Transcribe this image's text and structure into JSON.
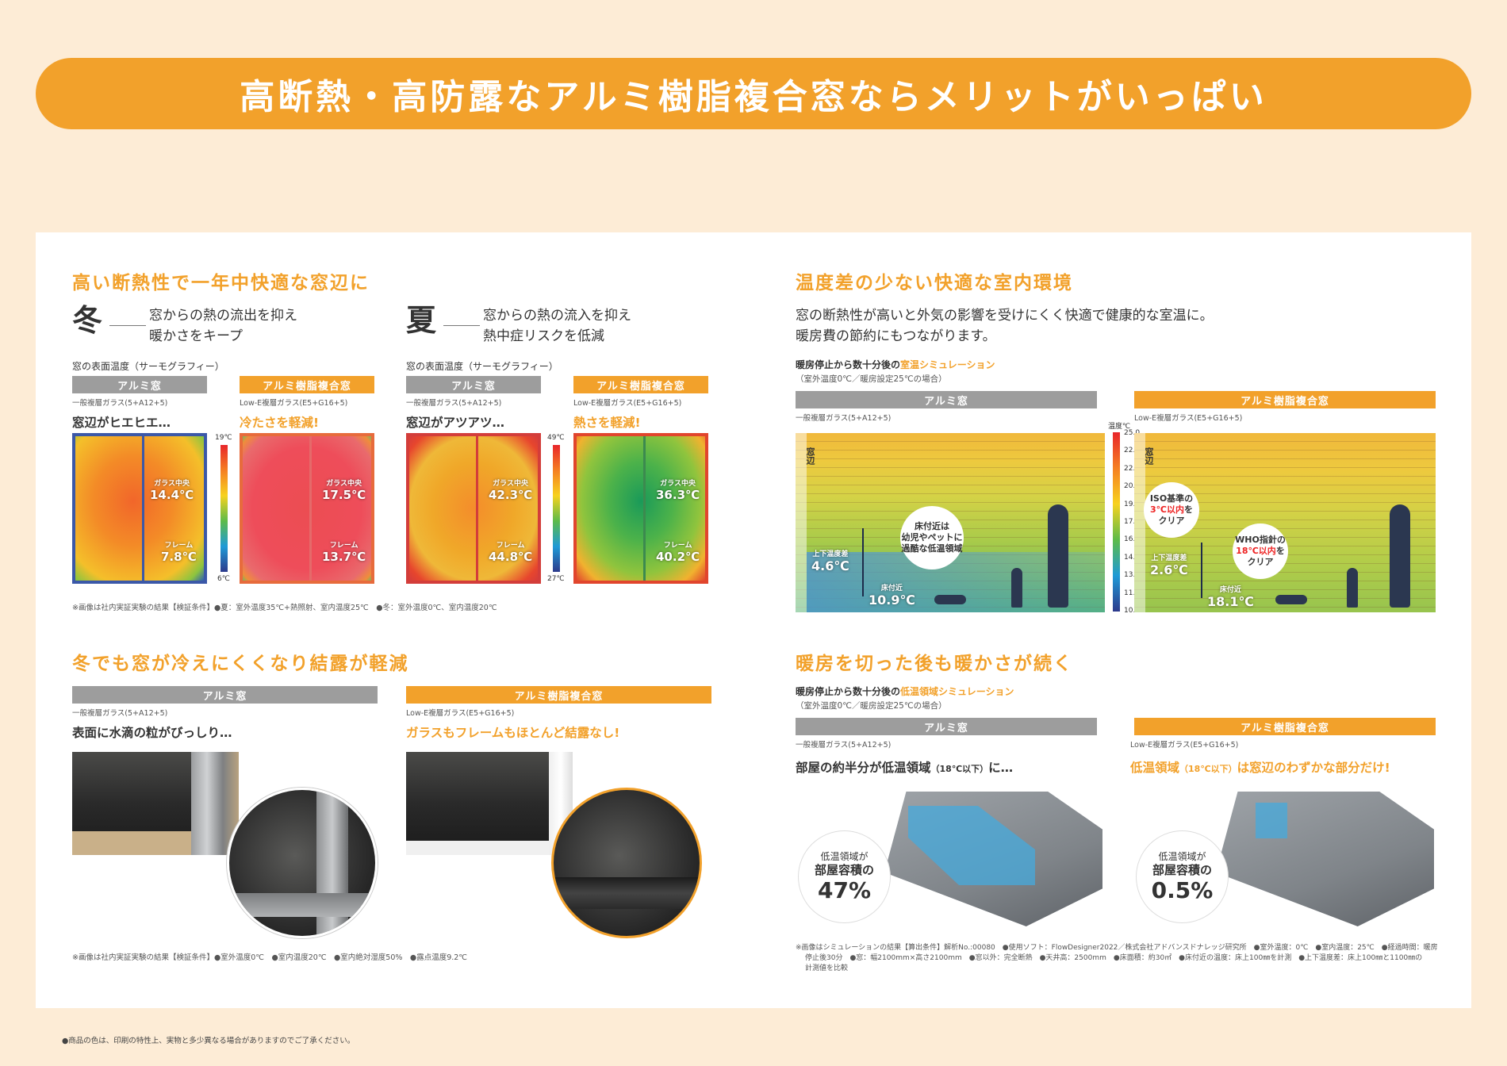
{
  "banner": {
    "title": "高断熱・高防露なアルミ樹脂複合窓ならメリットがいっぱい"
  },
  "s1": {
    "title": "高い断熱性で一年中快適な窓辺に",
    "winter": {
      "kanji": "冬",
      "line1": "窓からの熱の流出を抑え",
      "line2": "暖かさをキープ",
      "caption": "窓の表面温度（サーモグラフィー）",
      "al_label": "アルミ窓",
      "al_glass": "一般複層ガラス(5+A12+5)",
      "al_head": "窓辺がヒエヒエ…",
      "hy_label": "アルミ樹脂複合窓",
      "hy_glass": "Low-E複層ガラス(E5+G16+5)",
      "hy_head": "冷たさを軽減!",
      "scale_max": "19℃",
      "scale_min": "6℃",
      "al_center_lbl": "ガラス中央",
      "al_center": "14.4℃",
      "al_frame_lbl": "フレーム",
      "al_frame": "7.8℃",
      "hy_center_lbl": "ガラス中央",
      "hy_center": "17.5℃",
      "hy_frame_lbl": "フレーム",
      "hy_frame": "13.7℃"
    },
    "summer": {
      "kanji": "夏",
      "line1": "窓からの熱の流入を抑え",
      "line2": "熱中症リスクを低減",
      "caption": "窓の表面温度（サーモグラフィー）",
      "al_label": "アルミ窓",
      "al_glass": "一般複層ガラス(5+A12+5)",
      "al_head": "窓辺がアツアツ…",
      "hy_label": "アルミ樹脂複合窓",
      "hy_glass": "Low-E複層ガラス(E5+G16+5)",
      "hy_head": "熱さを軽減!",
      "scale_max": "49℃",
      "scale_min": "27℃",
      "al_center_lbl": "ガラス中央",
      "al_center": "42.3℃",
      "al_frame_lbl": "フレーム",
      "al_frame": "44.8℃",
      "hy_center_lbl": "ガラス中央",
      "hy_center": "36.3℃",
      "hy_frame_lbl": "フレーム",
      "hy_frame": "40.2℃"
    },
    "note": "※画像は社内実証実験の結果【検証条件】●夏：室外温度35℃+熱照射、室内温度25℃　●冬：室外温度0℃、室内温度20℃"
  },
  "s2": {
    "title": "温度差の少ない快適な室内環境",
    "line1": "窓の断熱性が高いと外気の影響を受けにくく快適で健康的な室温に。",
    "line2": "暖房費の節約にもつながります。",
    "sim_pre": "暖房停止から数十分後の",
    "sim_hl": "室温シミュレーション",
    "cond": "（室外温度0℃／暖房設定25℃の場合）",
    "al_label": "アルミ窓",
    "al_glass": "一般複層ガラス(5+A12+5)",
    "hy_label": "アルミ樹脂複合窓",
    "hy_glass": "Low-E複層ガラス(E5+G16+5)",
    "scale_title": "温度℃",
    "scale": [
      "25.0",
      "22.5",
      "22.0",
      "20.5",
      "19.0",
      "17.5",
      "16.0",
      "14.5",
      "13.0",
      "11.5",
      "10.0"
    ],
    "window_lbl": "窓辺",
    "al_bubble": [
      "床付近は",
      "幼児やペットに",
      "過酷な低温領域"
    ],
    "al_diff_lbl": "上下温度差",
    "al_diff": "4.6℃",
    "al_floor_lbl": "床付近",
    "al_floor": "10.9℃",
    "hy_iso": [
      "ISO基準の",
      "3℃以内",
      "を",
      "クリア"
    ],
    "hy_who": [
      "WHO指針の",
      "18℃以内",
      "を",
      "クリア"
    ],
    "hy_diff_lbl": "上下温度差",
    "hy_diff": "2.6℃",
    "hy_floor_lbl": "床付近",
    "hy_floor": "18.1℃"
  },
  "s3": {
    "title": "冬でも窓が冷えにくくなり結露が軽減",
    "al_label": "アルミ窓",
    "al_glass": "一般複層ガラス(5+A12+5)",
    "al_head": "表面に水滴の粒がびっしり…",
    "hy_label": "アルミ樹脂複合窓",
    "hy_glass": "Low-E複層ガラス(E5+G16+5)",
    "hy_head": "ガラスもフレームもほとんど結露なし!",
    "note": "※画像は社内実証実験の結果【検証条件】●室外温度0℃　●室内温度20℃　●室内絶対湿度50%　●露点温度9.2℃"
  },
  "s4": {
    "title": "暖房を切った後も暖かさが続く",
    "sim_pre": "暖房停止から数十分後の",
    "sim_hl": "低温領域シミュレーション",
    "cond": "（室外温度0℃／暖房設定25℃の場合）",
    "al_label": "アルミ窓",
    "al_glass": "一般複層ガラス(5+A12+5)",
    "al_head_a": "部屋の約半分が低温領域",
    "al_head_b": "（18℃以下）",
    "al_head_c": "に…",
    "hy_label": "アルミ樹脂複合窓",
    "hy_glass": "Low-E複層ガラス(E5+G16+5)",
    "hy_head_a": "低温領域",
    "hy_head_b": "（18℃以下）",
    "hy_head_c": "は窓辺のわずかな部分だけ!",
    "bubble_l1": "低温領域が",
    "bubble_l2": "部屋容積の",
    "al_pct": "47%",
    "hy_pct": "0.5%",
    "note1": "※画像はシミュレーションの結果【算出条件】解析No.:00080　●使用ソフト：FlowDesigner2022／株式会社アドバンスドナレッジ研究所　●室外温度：0℃　●室内温度：25℃　●経過時間：暖房",
    "note2": "停止後30分　●窓：幅2100mm×高さ2100mm　●窓以外：完全断熱　●天井高：2500mm　●床面積：約30㎡　●床付近の温度：床上100㎜を計測　●上下温度差：床上100㎜と1100㎜の",
    "note3": "計測値を比較"
  },
  "footer": "●商品の色は、印刷の特性上、実物と多少異なる場合がありますのでご了承ください。"
}
